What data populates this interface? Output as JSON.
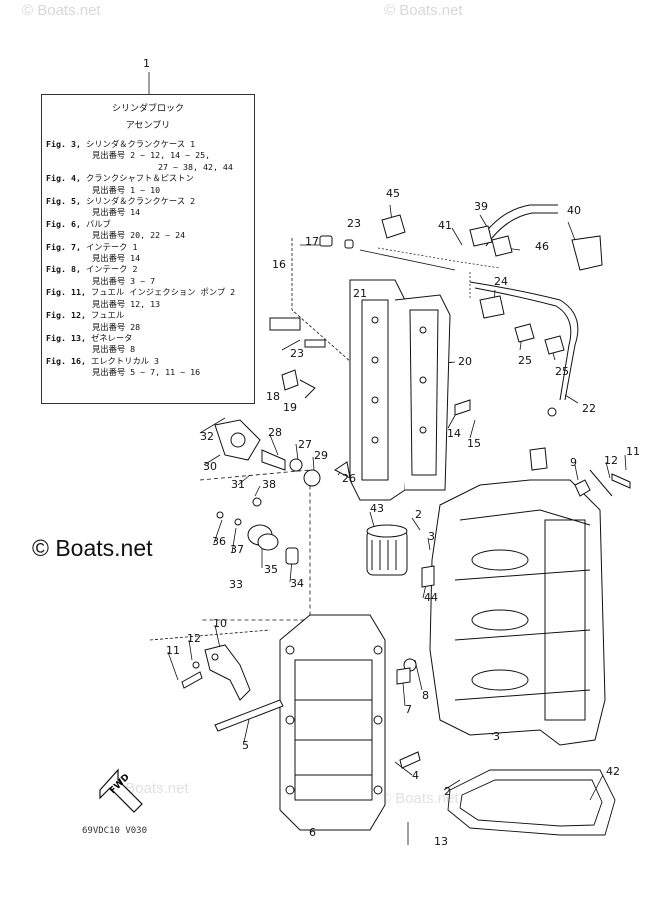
{
  "watermarks": {
    "top_left": "© Boats.net",
    "top_right": "© Boats.net",
    "bottom_left": "© Boats.net",
    "bottom_right": "© Boats.net"
  },
  "brand_label": "© Boats.net",
  "legend": {
    "number": "1",
    "title_line1": "シリンダブロック",
    "title_line2": "アセンブリ",
    "rows": [
      {
        "fig": "Fig. 3,",
        "text": "シリンダ＆クランクケース 1"
      },
      {
        "sub": "見出番号 2 ~ 12, 14 ~ 25,"
      },
      {
        "sub2": "27 ~ 38, 42, 44"
      },
      {
        "fig": "Fig. 4,",
        "text": "クランクシャフト＆ピストン"
      },
      {
        "sub": "見出番号 1 ~ 10"
      },
      {
        "fig": "Fig. 5,",
        "text": "シリンダ＆クランクケース 2"
      },
      {
        "sub": "見出番号 14"
      },
      {
        "fig": "Fig. 6,",
        "text": "バルブ"
      },
      {
        "sub": "見出番号 20, 22 ~ 24"
      },
      {
        "fig": "Fig. 7,",
        "text": "インテーク 1"
      },
      {
        "sub": "見出番号 14"
      },
      {
        "fig": "Fig. 8,",
        "text": "インテーク 2"
      },
      {
        "sub": "見出番号 3 ~ 7"
      },
      {
        "fig": "Fig. 11,",
        "text": "フュエル インジェクション ポンプ 2"
      },
      {
        "sub": "見出番号 12, 13"
      },
      {
        "fig": "Fig. 12,",
        "text": "フュエル"
      },
      {
        "sub": "見出番号 28"
      },
      {
        "fig": "Fig. 13,",
        "text": "ゼネレータ"
      },
      {
        "sub": "見出番号 8"
      },
      {
        "fig": "Fig. 16,",
        "text": "エレクトリカル 3"
      },
      {
        "sub": "見出番号 5 ~ 7, 11 ~ 16"
      }
    ]
  },
  "callouts": [
    "45",
    "23",
    "17",
    "16",
    "21",
    "20",
    "23",
    "18",
    "19",
    "41",
    "39",
    "40",
    "46",
    "24",
    "25",
    "25",
    "22",
    "32",
    "28",
    "27",
    "29",
    "30",
    "31",
    "38",
    "26",
    "14",
    "15",
    "9",
    "12",
    "11",
    "36",
    "37",
    "35",
    "34",
    "33",
    "43",
    "2",
    "3",
    "44",
    "10",
    "12",
    "11",
    "5",
    "8",
    "7",
    "3",
    "4",
    "2",
    "42",
    "6",
    "13"
  ],
  "fwd_label": "FWD",
  "drawing_code": "69VDC10 V030"
}
